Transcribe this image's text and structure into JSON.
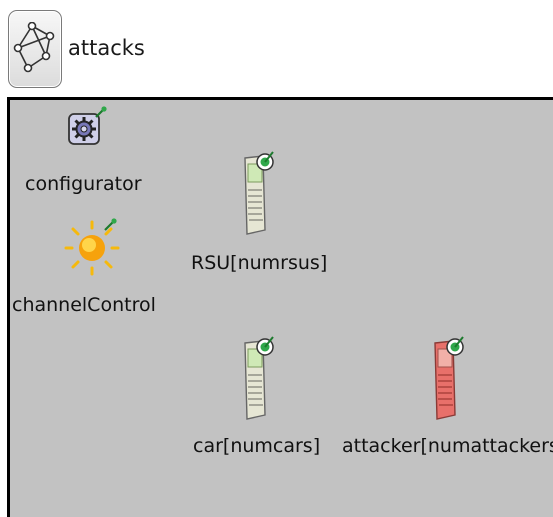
{
  "network": {
    "title": "attacks",
    "icon": "network-graph-icon"
  },
  "modules": {
    "configurator": {
      "label": "configurator",
      "icon": "gear-icon"
    },
    "channelControl": {
      "label": "channelControl",
      "icon": "sun-icon"
    },
    "rsu": {
      "label": "RSU[numrsus]",
      "icon": "mobile-device-icon"
    },
    "car": {
      "label": "car[numcars]",
      "icon": "mobile-device-icon"
    },
    "attacker": {
      "label": "attacker[numattackers]",
      "icon": "mobile-device-red-icon"
    }
  },
  "colors": {
    "canvas": "#c2c2c2",
    "device_normal": "#e6e6d4",
    "device_attacker": "#e8706a",
    "badge_green": "#2fa84a",
    "sun": "#f6b90c"
  }
}
